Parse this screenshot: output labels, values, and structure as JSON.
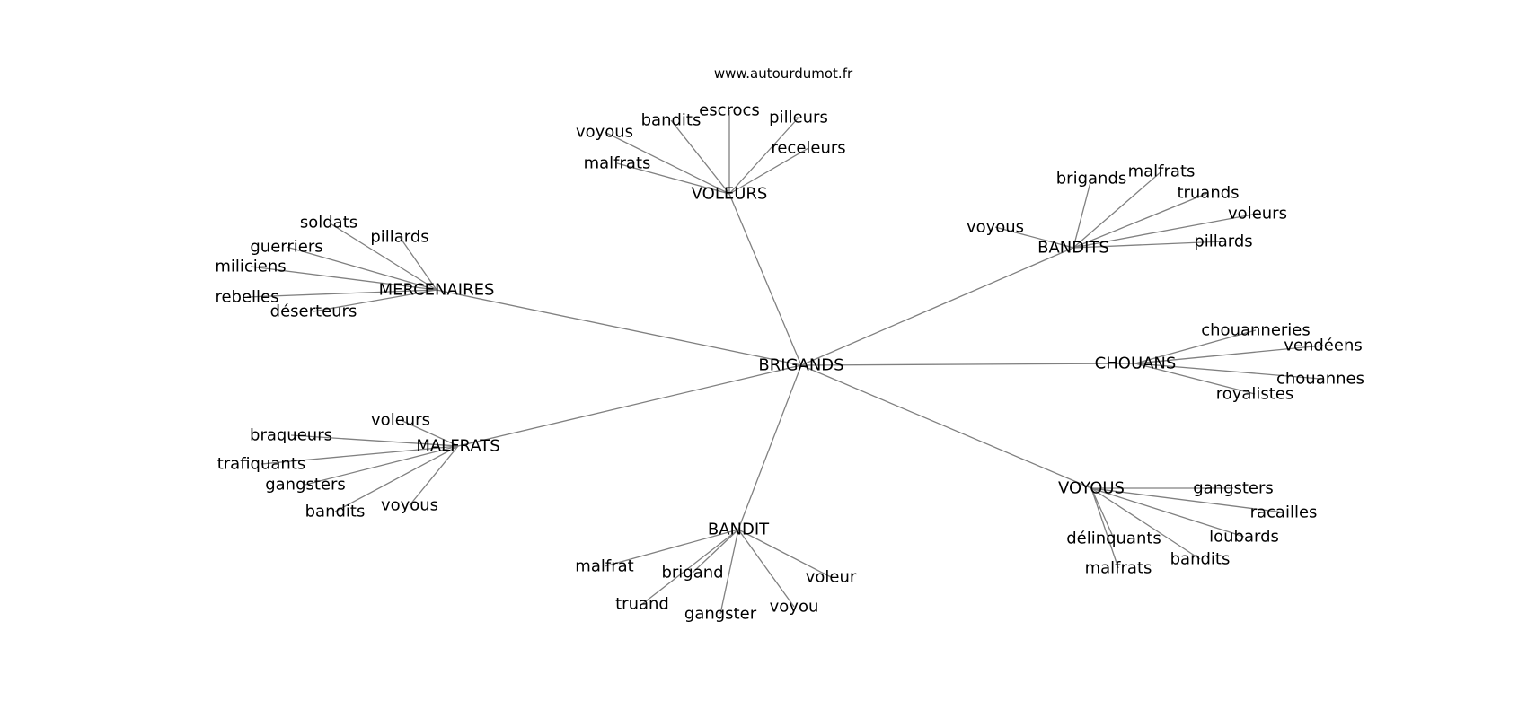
{
  "site": "www.autourdumot.fr",
  "graph": {
    "center": "BRIGANDS",
    "groups": [
      {
        "label": "VOLEURS",
        "words": [
          "voyous",
          "bandits",
          "escrocs",
          "pilleurs",
          "receleurs",
          "malfrats"
        ]
      },
      {
        "label": "BANDITS",
        "words": [
          "brigands",
          "malfrats",
          "truands",
          "voleurs",
          "pillards",
          "voyous"
        ]
      },
      {
        "label": "MERCENAIRES",
        "words": [
          "soldats",
          "pillards",
          "guerriers",
          "miliciens",
          "rebelles",
          "déserteurs"
        ]
      },
      {
        "label": "CHOUANS",
        "words": [
          "chouanneries",
          "vendéens",
          "chouannes",
          "royalistes"
        ]
      },
      {
        "label": "MALFRATS",
        "words": [
          "voleurs",
          "braqueurs",
          "trafiquants",
          "gangsters",
          "bandits",
          "voyous"
        ]
      },
      {
        "label": "VOYOUS",
        "words": [
          "gangsters",
          "racailles",
          "délinquants",
          "loubards",
          "malfrats",
          "bandits"
        ]
      },
      {
        "label": "BANDIT",
        "words": [
          "malfrat",
          "brigand",
          "voleur",
          "truand",
          "gangster",
          "voyou"
        ]
      }
    ]
  }
}
